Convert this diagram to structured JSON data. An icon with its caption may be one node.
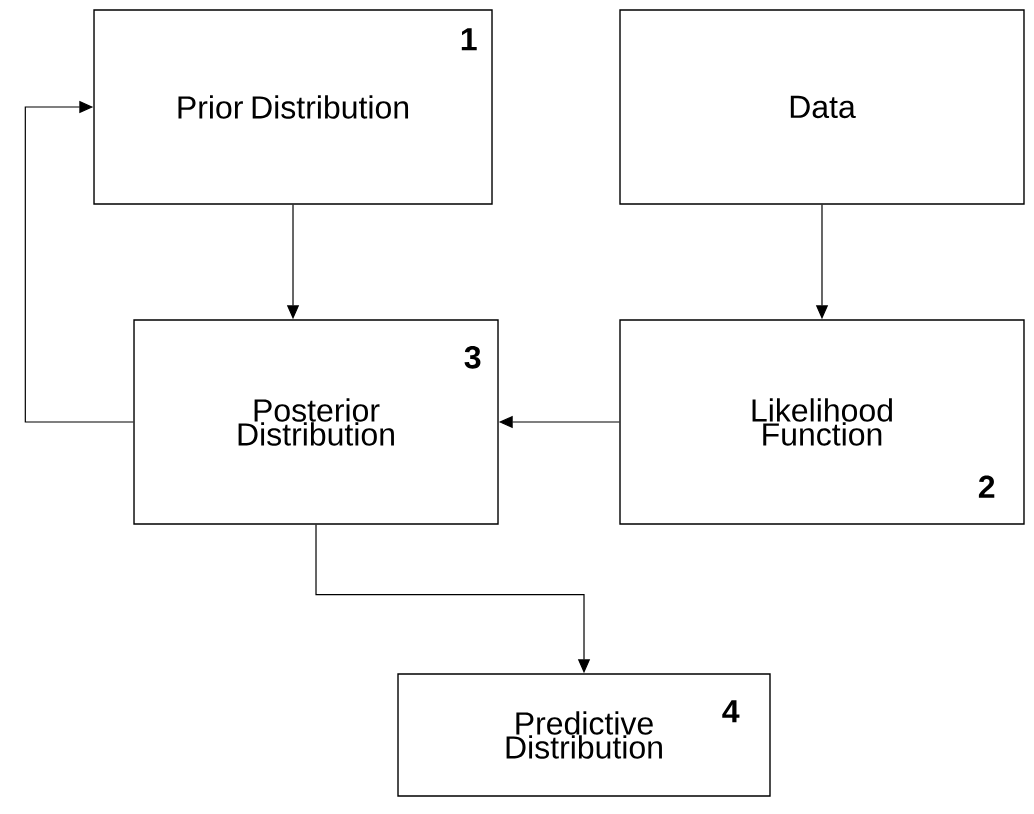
{
  "diagram": {
    "nodes": [
      {
        "text": [
          "Prior Distribution",
          "1"
        ]
      },
      {
        "text": [
          "Data"
        ]
      },
      {
        "text": [
          "Posterior Distribution",
          "3"
        ]
      },
      {
        "text": [
          "Likelihood Function",
          "2"
        ]
      },
      {
        "text": [
          "Predictive Distribution",
          "4"
        ]
      }
    ],
    "edges": [
      {
        "from": 0,
        "to": 2,
        "arrow": "to"
      },
      {
        "from": 1,
        "to": 3,
        "arrow": "to"
      },
      {
        "from": 3,
        "to": 2,
        "arrow": "to"
      },
      {
        "from": 2,
        "to": 0,
        "arrow": "to"
      },
      {
        "from": 2,
        "to": 4,
        "arrow": "to"
      }
    ]
  }
}
